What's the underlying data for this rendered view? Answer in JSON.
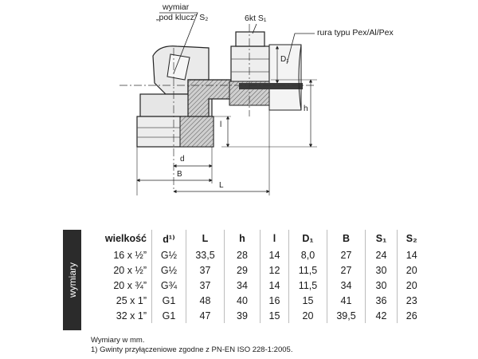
{
  "labels": {
    "wymiar": "wymiar",
    "pod_klucz": "„pod klucz” S₂",
    "hex": "6kt S₁",
    "pipe": "rura typu Pex/Al/Pex",
    "d1": "D₁",
    "h": "h",
    "l": "l",
    "d": "d",
    "b": "B",
    "L": "L"
  },
  "table": {
    "side_label": "wymiary",
    "headers": [
      "wielkość",
      "d¹⁾",
      "L",
      "h",
      "l",
      "D₁",
      "B",
      "S₁",
      "S₂"
    ],
    "rows": [
      [
        "16 x ½”",
        "G½",
        "33,5",
        "28",
        "14",
        "8,0",
        "27",
        "24",
        "14"
      ],
      [
        "20 x ½”",
        "G½",
        "37",
        "29",
        "12",
        "11,5",
        "27",
        "30",
        "20"
      ],
      [
        "20 x ¾”",
        "G¾",
        "37",
        "34",
        "14",
        "11,5",
        "34",
        "30",
        "20"
      ],
      [
        "25 x 1”",
        "G1",
        "48",
        "40",
        "16",
        "15",
        "41",
        "36",
        "23"
      ],
      [
        "32 x 1”",
        "G1",
        "47",
        "39",
        "15",
        "20",
        "39,5",
        "42",
        "26"
      ]
    ]
  },
  "notes": [
    "Wymiary w mm.",
    "1) Gwinty przyłączeniowe zgodne z PN-EN ISO 228-1:2005."
  ]
}
